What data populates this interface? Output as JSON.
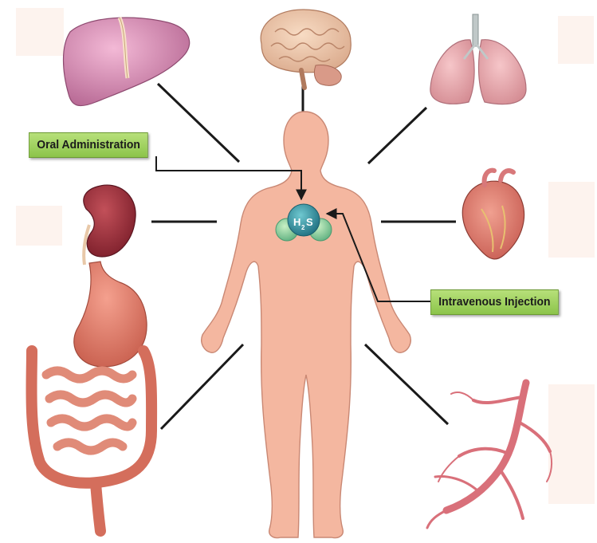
{
  "labels": {
    "oral_administration": "Oral Administration",
    "intravenous_injection": "Intravenous Injection"
  },
  "molecule": {
    "symbol_left": "H",
    "subscript": "2",
    "symbol_right": "S"
  },
  "colors": {
    "label_fill": "#a6d264",
    "skin": "#f4b7a0",
    "skin_outline": "#c98874",
    "connector": "#1a1a1a",
    "molecule": "#2a8a9a"
  },
  "organs": [
    "liver",
    "brain",
    "lungs",
    "kidney",
    "heart",
    "stomach-intestines",
    "blood-vessels"
  ]
}
